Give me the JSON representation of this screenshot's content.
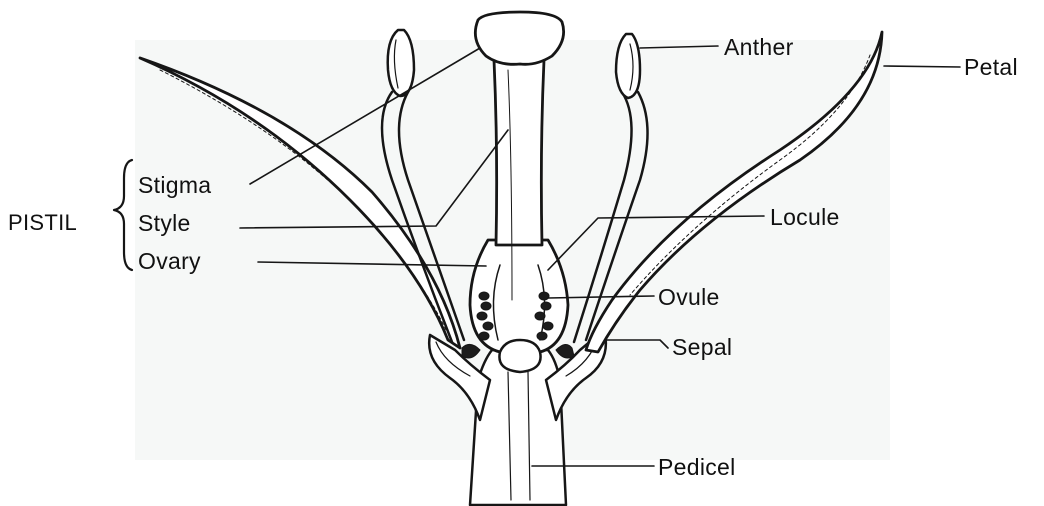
{
  "diagram": {
    "group_label": "PISTIL",
    "labels": {
      "stigma": "Stigma",
      "style": "Style",
      "ovary": "Ovary",
      "anther": "Anther",
      "petal": "Petal",
      "locule": "Locule",
      "ovule": "Ovule",
      "sepal": "Sepal",
      "pedicel": "Pedicel"
    }
  },
  "colors": {
    "ink": "#161616",
    "background": "#ffffff",
    "bleed_through": "#eef2f0"
  }
}
